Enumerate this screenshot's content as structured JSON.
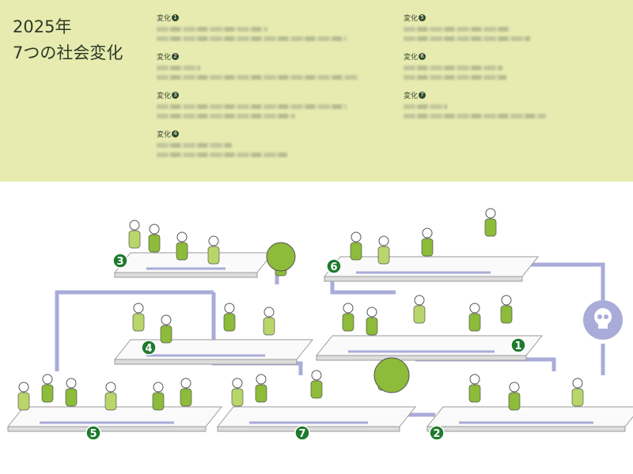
{
  "header": {
    "title_line1": "2025年",
    "title_line2": "7つの社会変化"
  },
  "changes": [
    {
      "label": "変化",
      "num": "1"
    },
    {
      "label": "変化",
      "num": "2"
    },
    {
      "label": "変化",
      "num": "3"
    },
    {
      "label": "変化",
      "num": "4"
    },
    {
      "label": "変化",
      "num": "5"
    },
    {
      "label": "変化",
      "num": "6"
    },
    {
      "label": "変化",
      "num": "7"
    }
  ],
  "colors": {
    "header_bg": "#e7ebb0",
    "badge": "#1f7a2e",
    "arrow": "#a9acd9",
    "figure": "#8dbb3a"
  },
  "illustration": {
    "badges": [
      "1",
      "2",
      "3",
      "4",
      "5",
      "6",
      "7"
    ],
    "skull_icon": "skull-icon"
  }
}
